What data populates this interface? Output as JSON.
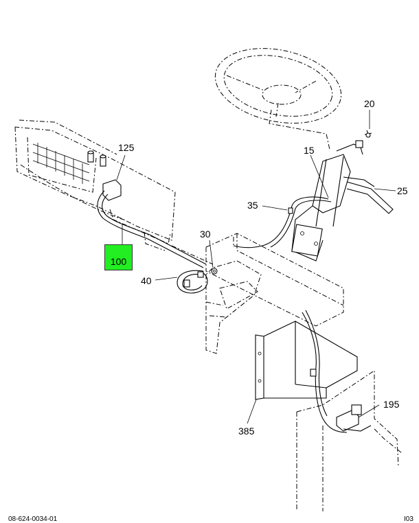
{
  "callouts": {
    "c20": "20",
    "c15": "15",
    "c25": "25",
    "c125": "125",
    "c35": "35",
    "c30": "30",
    "c100": "100",
    "c40": "40",
    "c195": "195",
    "c385": "385"
  },
  "highlight_color": "#22ee22",
  "footer": {
    "drawing_id": "08-624-0034-01",
    "sheet": "I03"
  }
}
